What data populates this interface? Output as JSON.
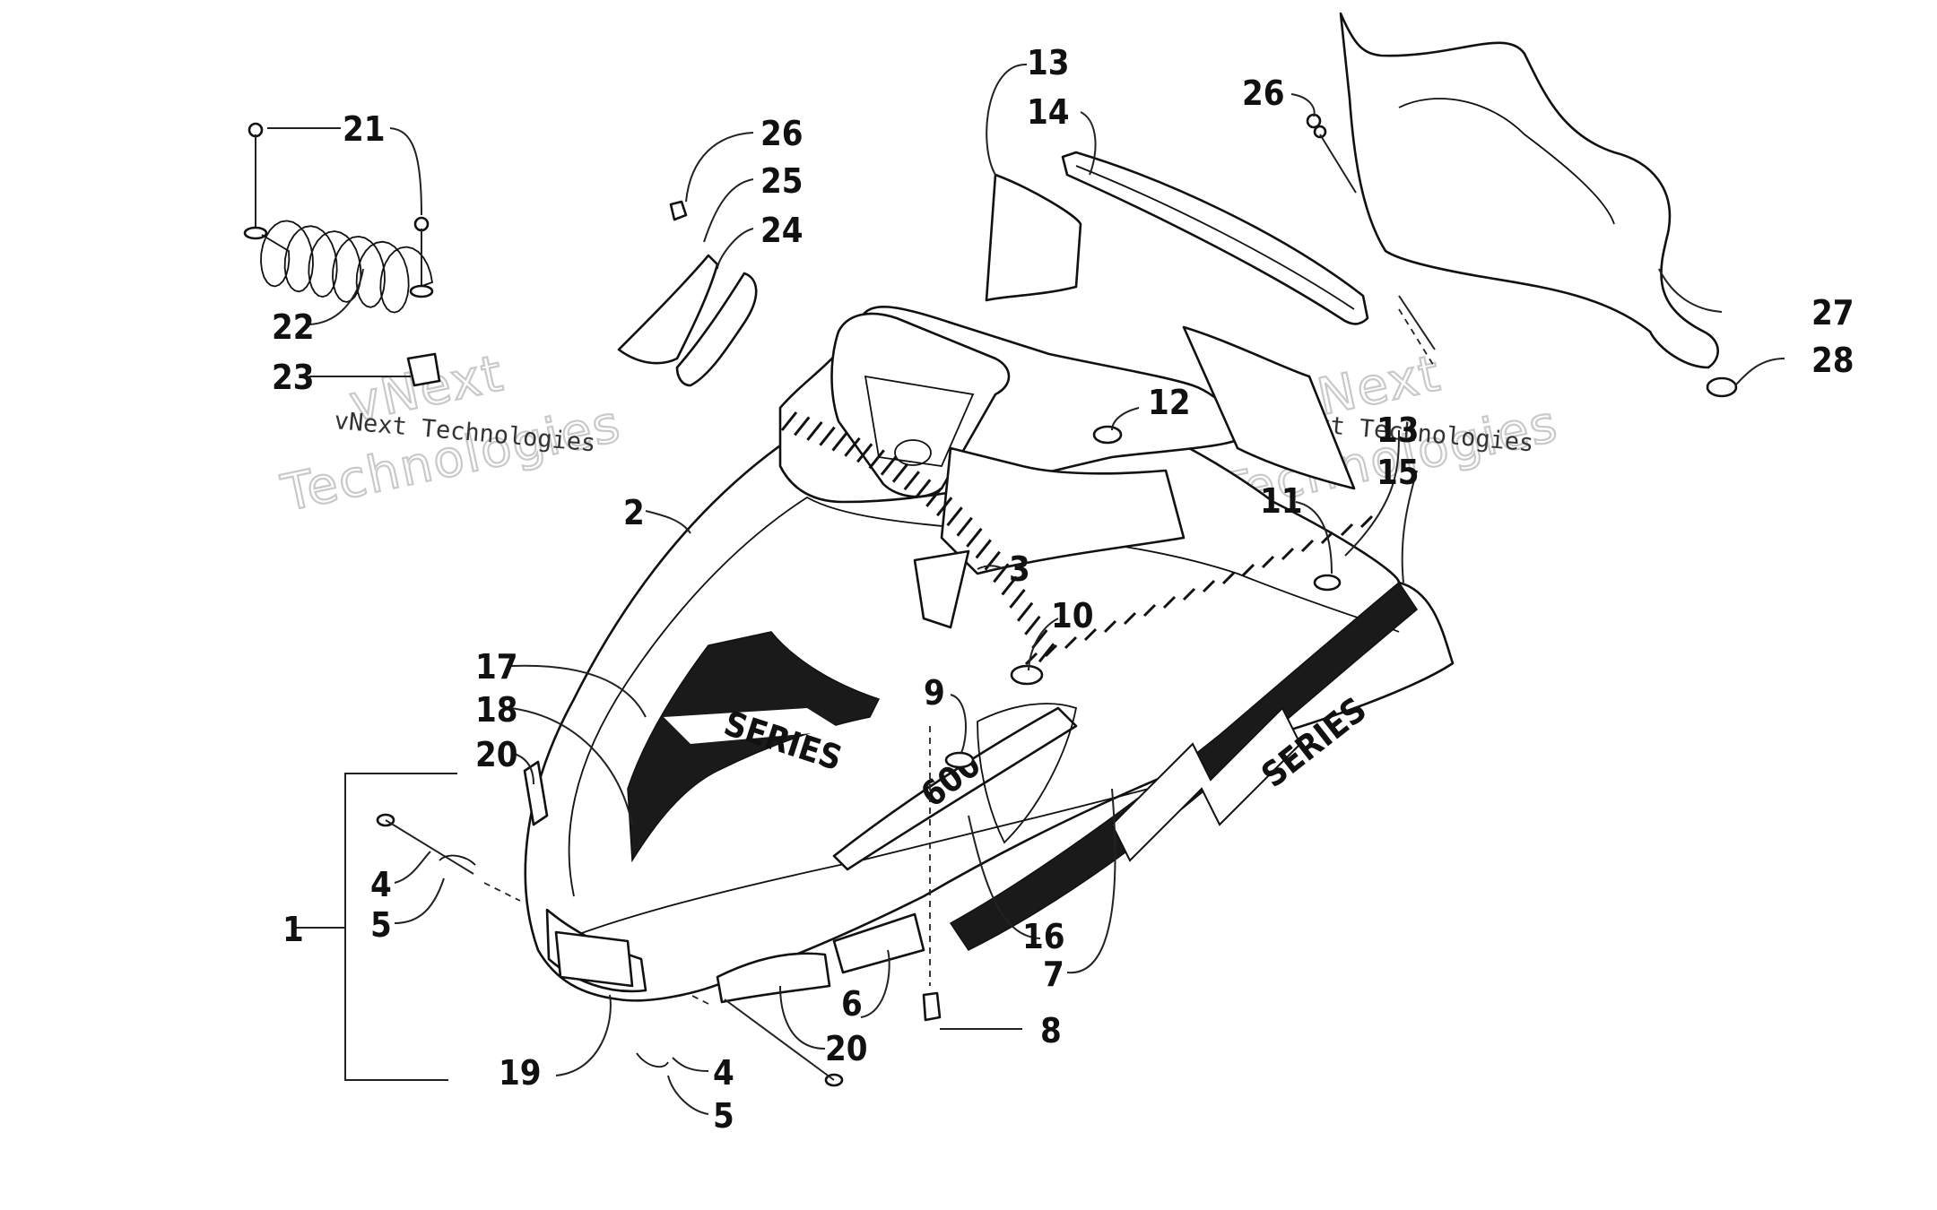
{
  "watermark": {
    "big_line1": "vNext",
    "big_line2": "Technologies",
    "small": "vNext Technologies"
  },
  "decal": {
    "series_text": "SERIES",
    "model_text": "600"
  },
  "callouts": [
    {
      "id": "c1",
      "text": "1"
    },
    {
      "id": "c2",
      "text": "2"
    },
    {
      "id": "c3",
      "text": "3"
    },
    {
      "id": "c4a",
      "text": "4"
    },
    {
      "id": "c4b",
      "text": "4"
    },
    {
      "id": "c5a",
      "text": "5"
    },
    {
      "id": "c5b",
      "text": "5"
    },
    {
      "id": "c6",
      "text": "6"
    },
    {
      "id": "c7",
      "text": "7"
    },
    {
      "id": "c8",
      "text": "8"
    },
    {
      "id": "c9",
      "text": "9"
    },
    {
      "id": "c10",
      "text": "10"
    },
    {
      "id": "c11",
      "text": "11"
    },
    {
      "id": "c12",
      "text": "12"
    },
    {
      "id": "c13a",
      "text": "13"
    },
    {
      "id": "c13b",
      "text": "13"
    },
    {
      "id": "c14",
      "text": "14"
    },
    {
      "id": "c15",
      "text": "15"
    },
    {
      "id": "c16",
      "text": "16"
    },
    {
      "id": "c17",
      "text": "17"
    },
    {
      "id": "c18",
      "text": "18"
    },
    {
      "id": "c19",
      "text": "19"
    },
    {
      "id": "c20a",
      "text": "20"
    },
    {
      "id": "c20b",
      "text": "20"
    },
    {
      "id": "c21",
      "text": "21"
    },
    {
      "id": "c22",
      "text": "22"
    },
    {
      "id": "c23",
      "text": "23"
    },
    {
      "id": "c24",
      "text": "24"
    },
    {
      "id": "c25",
      "text": "25"
    },
    {
      "id": "c26a",
      "text": "26"
    },
    {
      "id": "c26b",
      "text": "26"
    },
    {
      "id": "c27",
      "text": "27"
    },
    {
      "id": "c28",
      "text": "28"
    }
  ]
}
